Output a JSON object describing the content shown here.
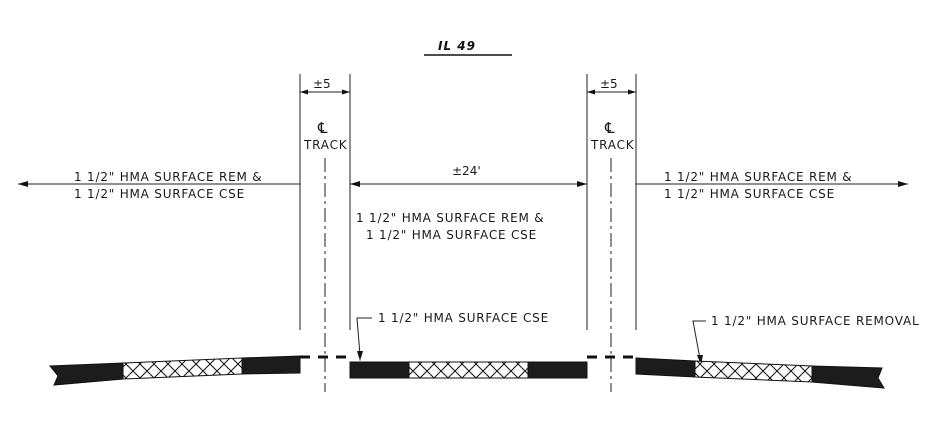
{
  "title": "IL 49",
  "track_left": {
    "cl_symbol": "℄",
    "label": "TRACK",
    "offset": "±5"
  },
  "track_right": {
    "cl_symbol": "℄",
    "label": "TRACK",
    "offset": "±5"
  },
  "center_span": "±24'",
  "left_note": {
    "line1": "1 1/2\" HMA SURFACE REM &",
    "line2": "1 1/2\" HMA SURFACE CSE"
  },
  "center_note": {
    "line1": "1 1/2\" HMA SURFACE REM &",
    "line2": "1 1/2\" HMA SURFACE CSE"
  },
  "right_note": {
    "line1": "1 1/2\" HMA SURFACE REM &",
    "line2": "1 1/2\" HMA SURFACE CSE"
  },
  "callout_cse": "1 1/2\" HMA SURFACE CSE",
  "callout_removal": "1 1/2\" HMA SURFACE REMOVAL"
}
